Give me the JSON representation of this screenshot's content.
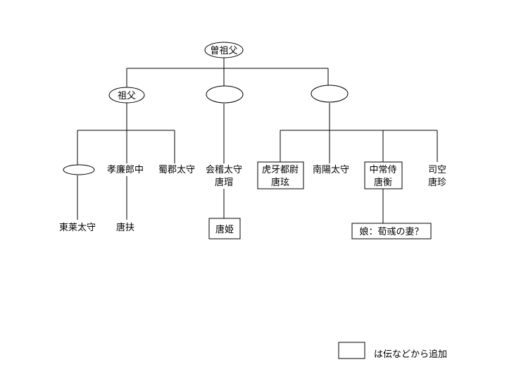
{
  "nodes": {
    "great_grandfather": "曽祖父",
    "grandfather": "祖父",
    "son2_unnamed": "",
    "son3_unnamed": "",
    "gs1_unnamed": "",
    "gs2_title": "孝廉郎中",
    "gs3_title": "蜀郡太守",
    "gs4_title": "会稽太守",
    "gs4_name": "唐瑁",
    "gs5_title": "虎牙都尉",
    "gs5_name": "唐玹",
    "gs6_title": "南陽太守",
    "gs7_title": "中常侍",
    "gs7_name": "唐衡",
    "gs8_title": "司空",
    "gs8_name": "唐珍",
    "ggs1_title": "東莱太守",
    "ggs2_name": "唐扶",
    "ggs3_name": "唐姫",
    "ggs4_label": "娘：荀彧の妻？"
  },
  "legend": {
    "label": "は伝などから追加"
  }
}
